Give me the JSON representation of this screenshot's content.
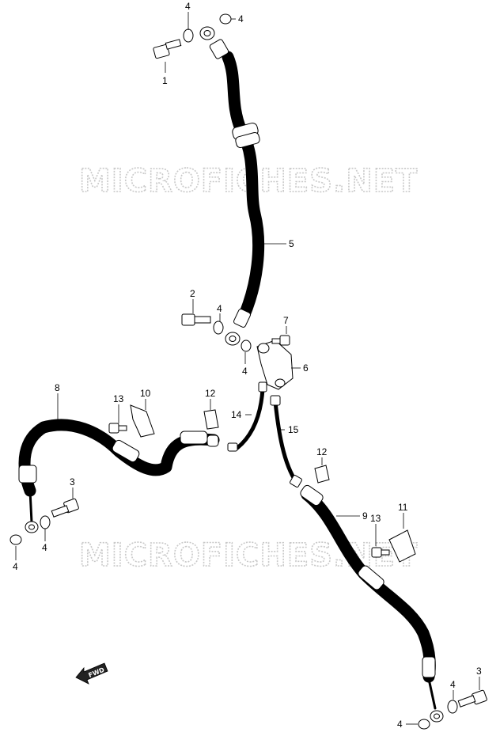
{
  "watermarks": [
    "MICROFICHES.NET",
    "MICROFICHES.NET"
  ],
  "fwd_label": "FWD",
  "callouts": {
    "c1": "1",
    "c2": "2",
    "c3a": "3",
    "c3b": "3",
    "c4a": "4",
    "c4b": "4",
    "c4c": "4",
    "c4d": "4",
    "c4e": "4",
    "c4f": "4",
    "c4g": "4",
    "c4h": "4",
    "c5": "5",
    "c6": "6",
    "c7": "7",
    "c8": "8",
    "c9": "9",
    "c10": "10",
    "c11": "11",
    "c12a": "12",
    "c12b": "12",
    "c13a": "13",
    "c13b": "13",
    "c14": "14",
    "c15": "15"
  }
}
